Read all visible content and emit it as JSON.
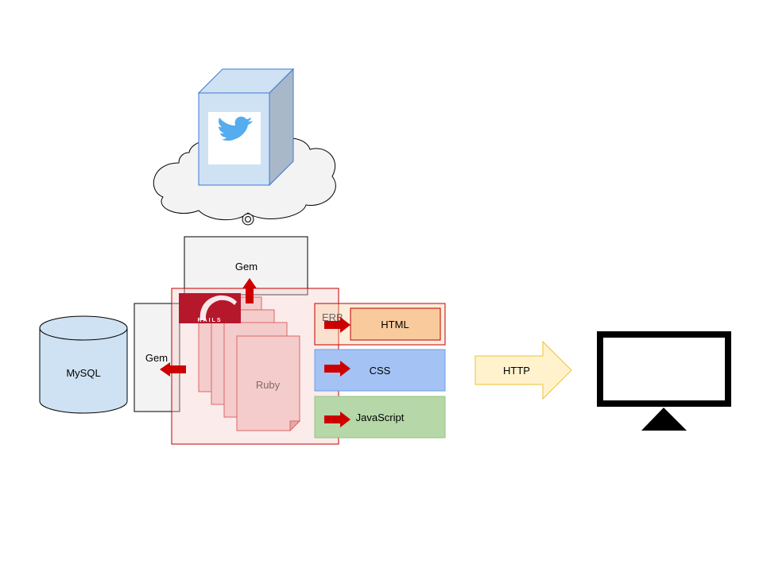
{
  "nodes": {
    "gem_top": "Gem",
    "gem_left": "Gem",
    "mysql": "MySQL",
    "ruby": "Ruby",
    "rails_logo": "RAILS",
    "erb": "ERB",
    "html": "HTML",
    "css": "CSS",
    "javascript": "JavaScript",
    "http": "HTTP"
  },
  "icons": {
    "cloud_service": "twitter-bird-icon",
    "client": "monitor-icon"
  },
  "colors": {
    "rails_red": "#c00000",
    "html_fill": "#f9cb9c",
    "css_fill": "#a4c2f4",
    "js_fill": "#b6d7a8",
    "http_fill": "#fff2cc",
    "twitter_blue": "#55acee"
  }
}
